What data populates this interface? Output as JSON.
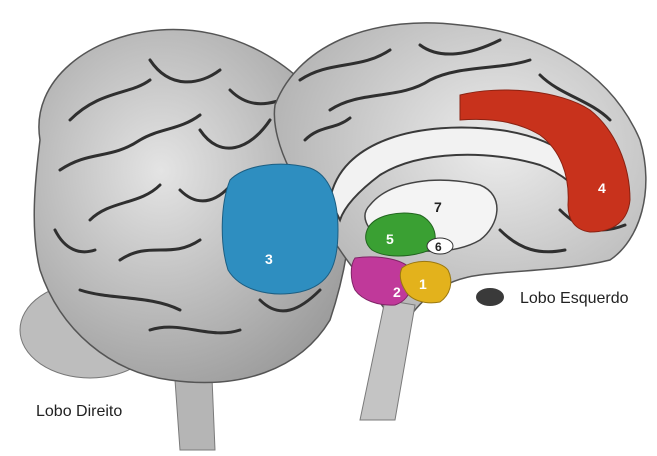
{
  "labels": {
    "right_lobe": "Lobo Direito",
    "left_lobe": "Lobo Esquerdo"
  },
  "regions": [
    {
      "id": "1",
      "color": "#e3b21c"
    },
    {
      "id": "2",
      "color": "#c0399a"
    },
    {
      "id": "3",
      "color": "#2e8ec0"
    },
    {
      "id": "4",
      "color": "#c8321c"
    },
    {
      "id": "5",
      "color": "#3aa033"
    },
    {
      "id": "6",
      "color": "#ffffff"
    },
    {
      "id": "7",
      "color": "#ffffff"
    }
  ],
  "colors": {
    "brain_fill": "#c9c9c9",
    "brain_light": "#e2e2e2",
    "sulci": "#3a3a3a"
  }
}
